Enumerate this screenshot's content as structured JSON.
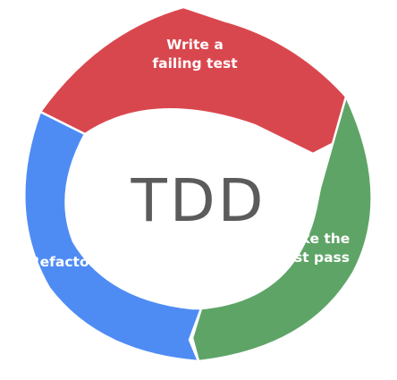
{
  "title": "TDD",
  "steps": [
    {
      "label_line1": "Write a",
      "label_line2": "failing test",
      "color": "#d9474e"
    },
    {
      "label_line1": "Make the",
      "label_line2": "test pass",
      "color": "#5fa467"
    },
    {
      "label_line1": "Refactor",
      "label_line2": "",
      "color": "#4e8cf4"
    }
  ],
  "arrow_stroke": "#ffffff"
}
